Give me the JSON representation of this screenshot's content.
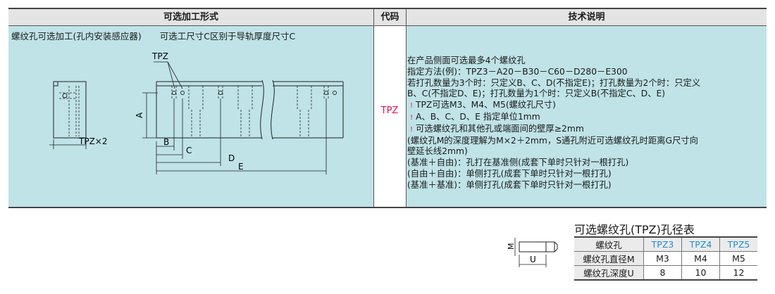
{
  "headers": {
    "form": "可选加工形式",
    "code": "代码",
    "desc": "技术说明"
  },
  "form_labels": [
    "螺纹孔可选加工(孔内安装感应器)",
    "可选工尺寸C区别于导轨厚度尺寸C"
  ],
  "code": "TPZ",
  "description": [
    "在产品侧面可选最多4个螺纹孔",
    "指定方法(例)：TPZ3－A20－B30－C60－D280－E300",
    "若打孔数量为3个时：只定义B、C、D(不指定E)；打孔数量为2个时：只定义",
    "B、C(不指定D、E)；打孔数量为1个时：只定义B(不指定C、D、E)",
    "TPZ可选M3、M4、M5(螺纹孔尺寸)",
    "A、B、C、D、E 指定单位1mm",
    "可选螺纹孔和其他孔或端面间的壁厚≥2mm",
    "(螺纹孔M的深度理解为M×2＋2mm，S通孔附近可选螺纹孔时距离G尺寸向",
    "壁延长线2mm)",
    "(基准＋自由)：孔打在基准侧(成套下单时只针对一根打孔)",
    "(自由＋自由)：单侧打孔(成套下单时只针对一根打孔)",
    "(基准＋基准)：单侧打孔(成套下单时只针对一根打孔)"
  ],
  "warning_icon": "!",
  "drawing": {
    "label_tpz": "TPZ",
    "label_tpz2": "TPZ×2",
    "dim_a": "A",
    "dim_b": "B",
    "dim_c": "C",
    "dim_d": "D",
    "dim_e": "E",
    "dim_m": "M",
    "dim_u": "U"
  },
  "subtable": {
    "title": "可选螺纹孔(TPZ)孔径表",
    "header": [
      "螺纹孔",
      "TPZ3",
      "TPZ4",
      "TPZ5"
    ],
    "rows": [
      [
        "螺纹孔直径M",
        "M3",
        "M4",
        "M5"
      ],
      [
        "螺纹孔深度U",
        "8",
        "10",
        "12"
      ]
    ]
  },
  "colors": {
    "accent_red": "#e0144c",
    "cell_bg": "#bfe3e7",
    "blue_text": "#1d8fd6"
  }
}
